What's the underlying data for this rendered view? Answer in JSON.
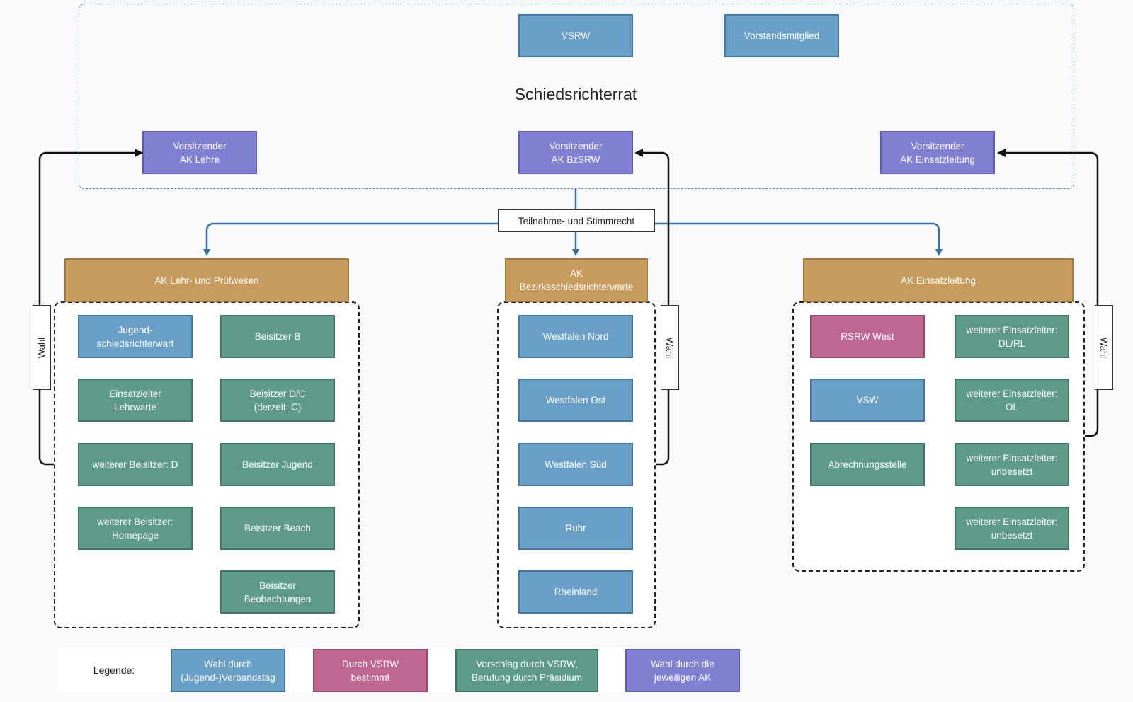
{
  "council": {
    "title": "Schiedsrichterrat",
    "members_top": [
      "VSRW",
      "Vorstandsmitglied"
    ],
    "chairs": [
      "Vorsitzender\nAK Lehre",
      "Vorsitzender\nAK BzSRW",
      "Vorsitzender\nAK Einsatzleitung"
    ]
  },
  "connector_label": "Teilnahme- und Stimmrecht",
  "election_label": "Wahl",
  "committees": [
    {
      "header": "AK Lehr- und Prüfwesen",
      "members": [
        {
          "label": "Jugend-\nschiedsrichterwart",
          "type": "blue"
        },
        {
          "label": "Beisitzer B",
          "type": "green"
        },
        {
          "label": "Einsatzleiter\nLehrwarte",
          "type": "green"
        },
        {
          "label": "Beisitzer D/C\n(derzeit: C)",
          "type": "green"
        },
        {
          "label": "weiterer Beisitzer: D",
          "type": "green"
        },
        {
          "label": "Beisitzer Jugend",
          "type": "green"
        },
        {
          "label": "weiterer Beisitzer:\nHomepage",
          "type": "green"
        },
        {
          "label": "Beisitzer Beach",
          "type": "green"
        },
        {
          "label": "Beisitzer\nBeobachtungen",
          "type": "green"
        }
      ]
    },
    {
      "header": "AK\nBezirksschiedsrichterwarte",
      "members": [
        {
          "label": "Westfalen Nord",
          "type": "blue"
        },
        {
          "label": "Westfalen Ost",
          "type": "blue"
        },
        {
          "label": "Westfalen Süd",
          "type": "blue"
        },
        {
          "label": "Ruhr",
          "type": "blue"
        },
        {
          "label": "Rheinland",
          "type": "blue"
        }
      ]
    },
    {
      "header": "AK Einsatzleitung",
      "members": [
        {
          "label": "RSRW West",
          "type": "pink"
        },
        {
          "label": "weiterer Einsatzleiter:\nDL/RL",
          "type": "green"
        },
        {
          "label": "VSW",
          "type": "blue"
        },
        {
          "label": "weiterer Einsatzleiter:\nOL",
          "type": "green"
        },
        {
          "label": "Abrechnungsstelle",
          "type": "green"
        },
        {
          "label": "weiterer Einsatzleiter:\nunbesetzt",
          "type": "green"
        },
        {
          "label": "weiterer Einsatzleiter:\nunbesetzt",
          "type": "green"
        }
      ]
    }
  ],
  "legend": {
    "title": "Legende:",
    "items": [
      {
        "label": "Wahl durch\n(Jugend-)Verbandstag",
        "type": "blue"
      },
      {
        "label": "Durch VSRW\nbestimmt",
        "type": "pink"
      },
      {
        "label": "Vorschlag durch VSRW,\nBerufung durch Präsidium",
        "type": "green"
      },
      {
        "label": "Wahl durch die\njeweiligen AK",
        "type": "purple"
      }
    ]
  },
  "colors": {
    "blue": "#6a9fc8",
    "green": "#5e9a8c",
    "purple": "#8280d2",
    "pink": "#bf6791",
    "orange": "#c79a5d",
    "connector": "#3a6f9f"
  }
}
